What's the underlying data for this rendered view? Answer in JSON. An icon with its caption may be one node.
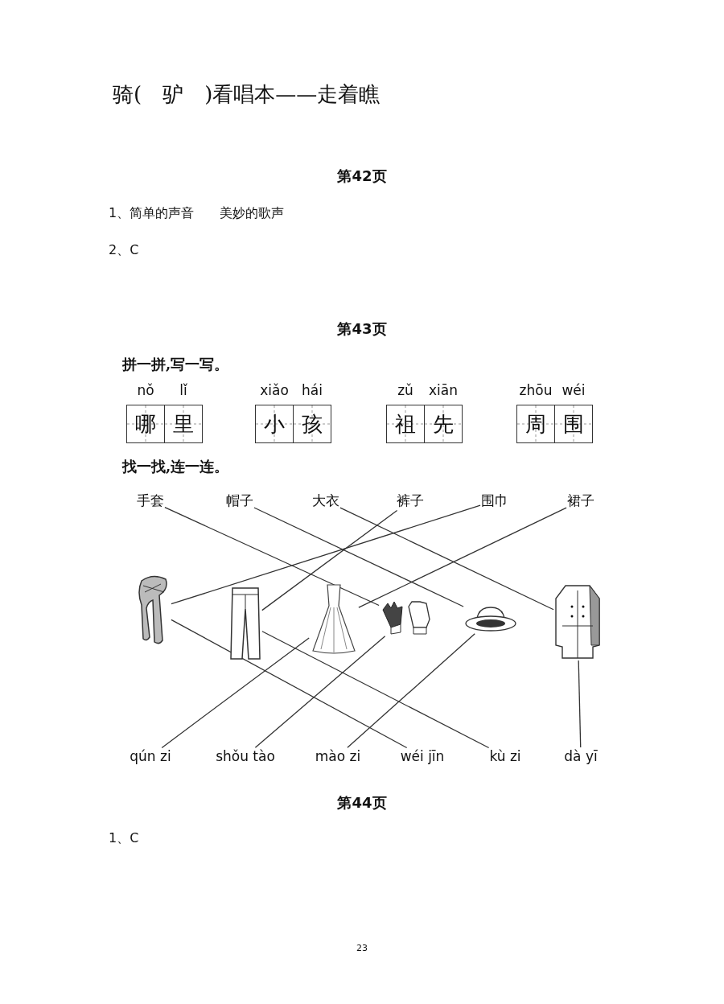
{
  "diagram": {
    "nodes": [
      {
        "text": [
          "哪"
        ],
        "beside": [
          "nǒ"
        ]
      },
      {
        "text": [
          "里"
        ],
        "beside": [
          "lǐ"
        ]
      },
      {
        "text": [
          "小"
        ],
        "beside": [
          "xiǎo"
        ]
      },
      {
        "text": [
          "孩"
        ],
        "beside": [
          "hái"
        ]
      },
      {
        "text": [
          "祖"
        ],
        "beside": [
          "zǔ"
        ]
      },
      {
        "text": [
          "先"
        ],
        "beside": [
          "xiān"
        ]
      },
      {
        "text": [
          "周"
        ],
        "beside": [
          "zhōu"
        ]
      },
      {
        "text": [
          "围"
        ],
        "beside": [
          "wéi"
        ]
      },
      {
        "text": [
          "手套"
        ]
      },
      {
        "text": [
          "帽子"
        ]
      },
      {
        "text": [
          "大衣"
        ]
      },
      {
        "text": [
          "裤子"
        ]
      },
      {
        "text": [
          "围巾"
        ]
      },
      {
        "text": [
          "裙子"
        ]
      },
      {
        "text": [],
        "shape": "picture"
      },
      {
        "text": [],
        "shape": "picture"
      },
      {
        "text": [],
        "shape": "picture"
      },
      {
        "text": [],
        "shape": "picture"
      },
      {
        "text": [],
        "shape": "picture"
      },
      {
        "text": [],
        "shape": "picture"
      },
      {
        "text": [
          "qún zi"
        ]
      },
      {
        "text": [
          "shǒu tào"
        ]
      },
      {
        "text": [
          "mào zi"
        ]
      },
      {
        "text": [
          "wéi jīn"
        ]
      },
      {
        "text": [
          "kù zi"
        ]
      },
      {
        "text": [
          "dà yī"
        ]
      }
    ],
    "edges": [
      {
        "from": 8,
        "to": 17,
        "arrow": "none"
      },
      {
        "from": 9,
        "to": 18,
        "arrow": "none"
      },
      {
        "from": 10,
        "to": 19,
        "arrow": "none"
      },
      {
        "from": 11,
        "to": 15,
        "arrow": "none"
      },
      {
        "from": 12,
        "to": 14,
        "arrow": "none"
      },
      {
        "from": 13,
        "to": 16,
        "arrow": "none"
      },
      {
        "from": 14,
        "to": 23,
        "arrow": "none"
      },
      {
        "from": 15,
        "to": 24,
        "arrow": "none"
      },
      {
        "from": 16,
        "to": 20,
        "arrow": "none"
      },
      {
        "from": 17,
        "to": 21,
        "arrow": "none"
      },
      {
        "from": 18,
        "to": 22,
        "arrow": "none"
      },
      {
        "from": 19,
        "to": 25,
        "arrow": "none"
      }
    ],
    "labels": [
      "骑(　驴　)看唱本——走着瞧",
      "第42页",
      "1、简单的声音　　美妙的歌声",
      "2、C",
      "第43页",
      "拼一拼,写一写。",
      "找一找,连一连。",
      "第44页",
      "1、C",
      "23"
    ]
  }
}
